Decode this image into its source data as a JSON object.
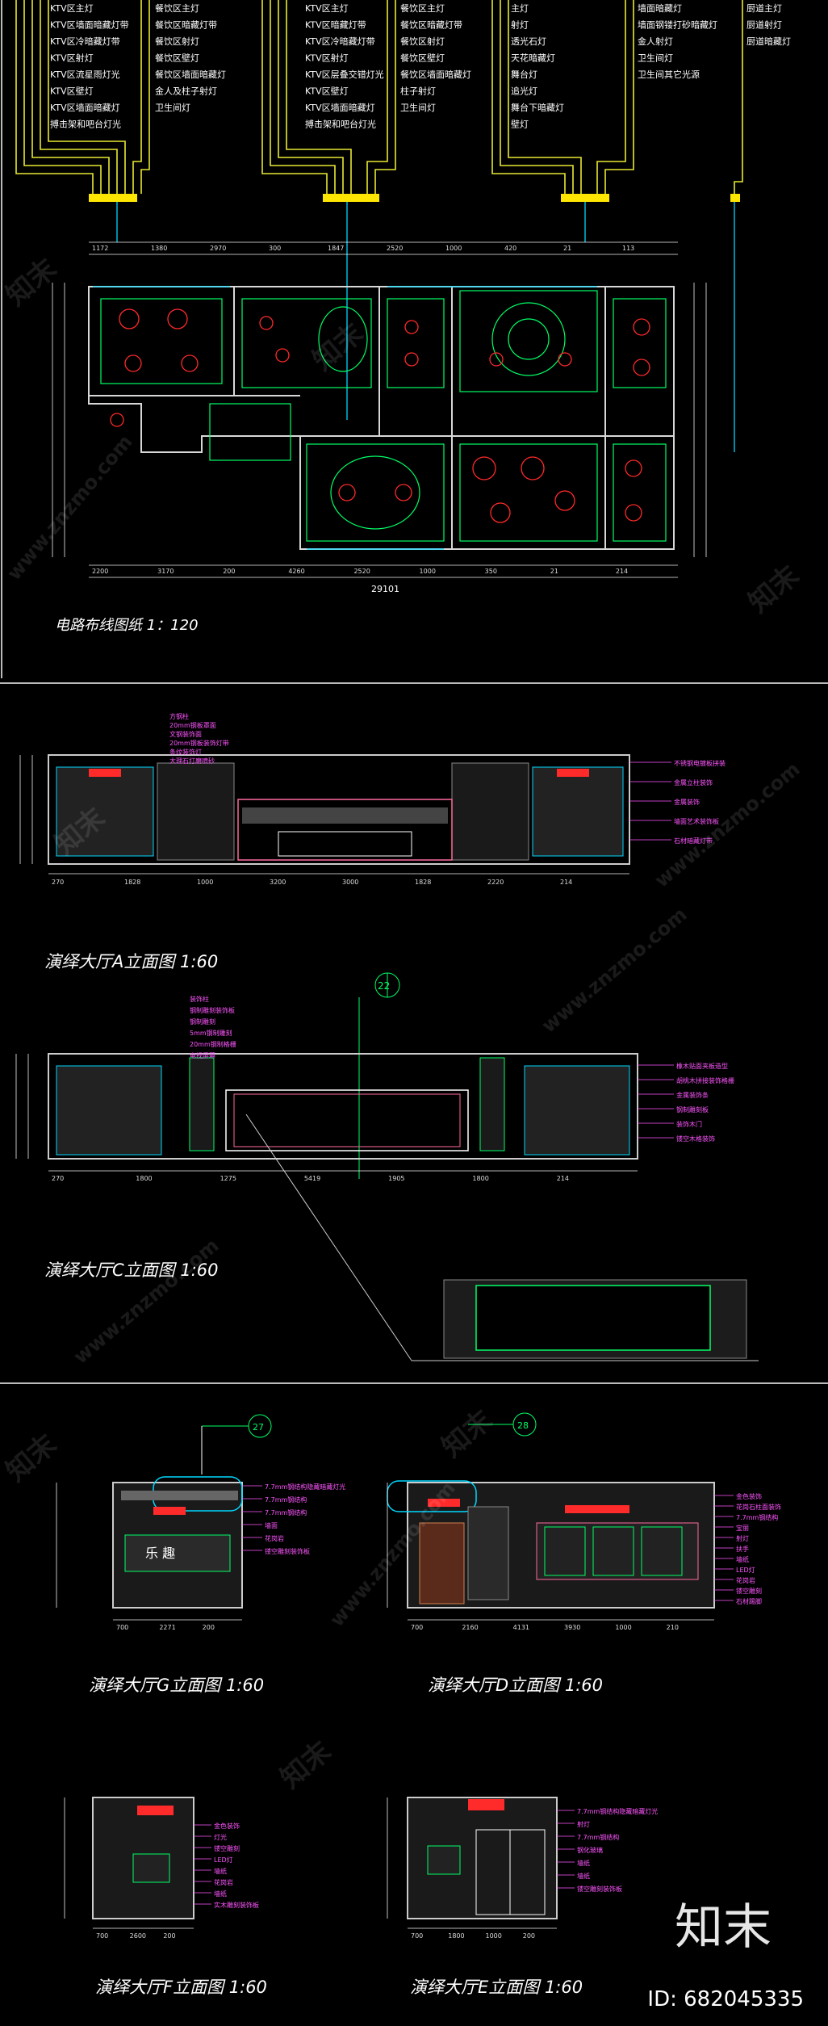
{
  "legend_groups": [
    {
      "left": [
        "KTV区主灯",
        "KTV区墙面暗藏灯带",
        "KTV区冷暗藏灯带",
        "KTV区射灯",
        "KTV区流星雨灯光",
        "KTV区壁灯",
        "KTV区墙面暗藏灯",
        "搏击架和吧台灯光"
      ],
      "right": [
        "餐饮区主灯",
        "餐饮区暗藏灯带",
        "餐饮区射灯",
        "餐饮区壁灯",
        "餐饮区墙面暗藏灯",
        "金人及柱子射灯",
        "卫生间灯"
      ]
    },
    {
      "left": [
        "KTV区主灯",
        "KTV区暗藏灯带",
        "KTV区冷暗藏灯带",
        "KTV区射灯",
        "KTV区层叠交错灯光",
        "KTV区壁灯",
        "KTV区墙面暗藏灯",
        "搏击架和吧台灯光"
      ],
      "right": [
        "餐饮区主灯",
        "餐饮区暗藏灯带",
        "餐饮区射灯",
        "餐饮区壁灯",
        "餐饮区墙面暗藏灯",
        "柱子射灯",
        "卫生间灯"
      ]
    },
    {
      "left": [
        "主灯",
        "射灯",
        "透光石灯",
        "天花暗藏灯",
        "舞台灯",
        "追光灯",
        "舞台下暗藏灯",
        "壁灯"
      ],
      "right": [
        "墙面暗藏灯",
        "墙面钢镂打砂暗藏灯",
        "金人射灯",
        "卫生间灯",
        "卫生间其它光源"
      ]
    },
    {
      "left": [],
      "right": [
        "厨道主灯",
        "厨道射灯",
        "厨道暗藏灯"
      ]
    }
  ],
  "plan": {
    "title": "电路布线图纸  1：120",
    "dims_top": [
      "1172",
      "1380",
      "2970",
      "300",
      "1847",
      "2520",
      "1000",
      "420",
      "21",
      "113"
    ],
    "dims_bottom": [
      "2200",
      "3170",
      "200",
      "4260",
      "2520",
      "1000",
      "350",
      "21",
      "214"
    ],
    "total": "29101"
  },
  "elevations": {
    "a": {
      "title": "演绎大厅A立面图    1:60",
      "notes_top": [
        "方钢柱",
        "20mm钢板罩面",
        "文钢装饰面",
        "20mm钢板装饰灯带",
        "条纹装饰灯",
        "大理石打磨喷砂"
      ],
      "notes_right": [
        "不锈钢电镀板拼装",
        "金属立柱装饰",
        "金属装饰",
        "墙面艺术装饰板",
        "石材暗藏灯带"
      ],
      "dims": [
        "270",
        "1828",
        "1000",
        "3200",
        "3000",
        "1828",
        "2220",
        "214"
      ]
    },
    "c": {
      "title": "演绎大厅C立面图   1:60",
      "notes_top": [
        "装饰柱",
        "钢制雕刻装饰板",
        "钢制雕刻",
        "5mm钢制雕刻",
        "20mm钢制格栅",
        "电视屏幕"
      ],
      "notes_right": [
        "橡木贴面夹板造型",
        "胡桃木拼接装饰格栅",
        "金属装饰条",
        "钢制雕刻板",
        "装饰木门",
        "镂空木格装饰"
      ],
      "dims": [
        "270",
        "1800",
        "1275",
        "5419",
        "1905",
        "1800",
        "214"
      ]
    },
    "g": {
      "title": "演绎大厅G立面图   1:60",
      "notes": [
        "7.7mm钢结构隐藏暗藏灯光",
        "7.7mm钢结构",
        "7.7mm钢结构",
        "墙面",
        "花岗岩",
        "镂空雕刻装饰板"
      ],
      "plaque": "乐   趣",
      "dims": [
        "700",
        "2271",
        "200"
      ]
    },
    "d": {
      "title": "演绎大厅D立面图   1:60",
      "notes": [
        "金色装饰",
        "花岗石柱面装饰",
        "7.7mm钢结构",
        "宝丽",
        "射灯",
        "扶手",
        "墙纸",
        "LED灯",
        "花岗岩",
        "镂空雕刻",
        "石材踢脚"
      ],
      "dims": [
        "700",
        "2160",
        "4131",
        "3930",
        "1000",
        "210"
      ]
    },
    "f": {
      "title": "演绎大厅F立面图  1:60",
      "notes": [
        "金色装饰",
        "灯光",
        "镂空雕刻",
        "LED灯",
        "墙纸",
        "花岗岩",
        "墙纸",
        "实木雕刻装饰板"
      ],
      "dims": [
        "700",
        "2600",
        "200"
      ]
    },
    "e": {
      "title": "演绎大厅E立面图  1:60",
      "notes": [
        "7.7mm钢结构隐藏暗藏灯光",
        "射灯",
        "7.7mm钢结构",
        "钢化玻璃",
        "墙纸",
        "墙纸",
        "镂空雕刻装饰板"
      ],
      "dims": [
        "700",
        "1800",
        "1000",
        "200"
      ]
    }
  },
  "callouts": [
    "22",
    "27",
    "28"
  ],
  "watermark": {
    "brand_cn": "知末",
    "site": "www.znzmo.com",
    "id_label": "ID: 682045335"
  },
  "colors": {
    "background": "#000000",
    "wall": "#d8d8d8",
    "dimension": "#f0f0f0",
    "lighting_green": "#00ff66",
    "cyan": "#00d8ff",
    "red_fixtures": "#ff2a2a",
    "magenta_notes": "#ff33ff",
    "yellow_wiring": "#e8e832"
  }
}
